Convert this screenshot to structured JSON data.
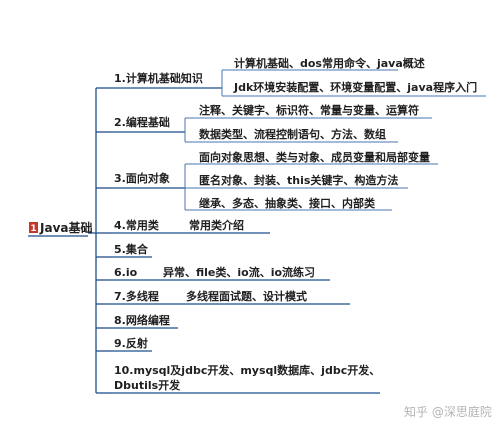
{
  "root": {
    "badge": "1",
    "label": "Java基础"
  },
  "branches": [
    {
      "label": "1.计算机基础知识",
      "children": [
        "计算机基础、dos常用命令、java概述",
        "Jdk环境安装配置、环境变量配置、java程序入门"
      ]
    },
    {
      "label": "2.编程基础",
      "children": [
        "注释、关键字、标识符、常量与变量、运算符",
        "数据类型、流程控制语句、方法、数组"
      ]
    },
    {
      "label": "3.面向对象",
      "children": [
        "面向对象思想、类与对象、成员变量和局部变量",
        "匿名对象、封装、this关键字、构造方法",
        "继承、多态、抽象类、接口、内部类"
      ]
    },
    {
      "label": "4.常用类",
      "children": [
        "常用类介绍"
      ]
    },
    {
      "label": "5.集合",
      "children": []
    },
    {
      "label": "6.io",
      "children": [
        "异常、file类、io流、io流练习"
      ]
    },
    {
      "label": "7.多线程",
      "children": [
        "多线程面试题、设计模式"
      ]
    },
    {
      "label": "8.网络编程",
      "children": []
    },
    {
      "label": "9.反射",
      "children": []
    },
    {
      "label": "10.mysql及jdbc开发、mysql数据库、jdbc开发、Dbutils开发",
      "children": []
    }
  ],
  "watermark": "知乎 @深思庭院",
  "colors": {
    "line": "#1f4f8f",
    "badge": "#c0392b",
    "text": "#1f1f1f"
  }
}
